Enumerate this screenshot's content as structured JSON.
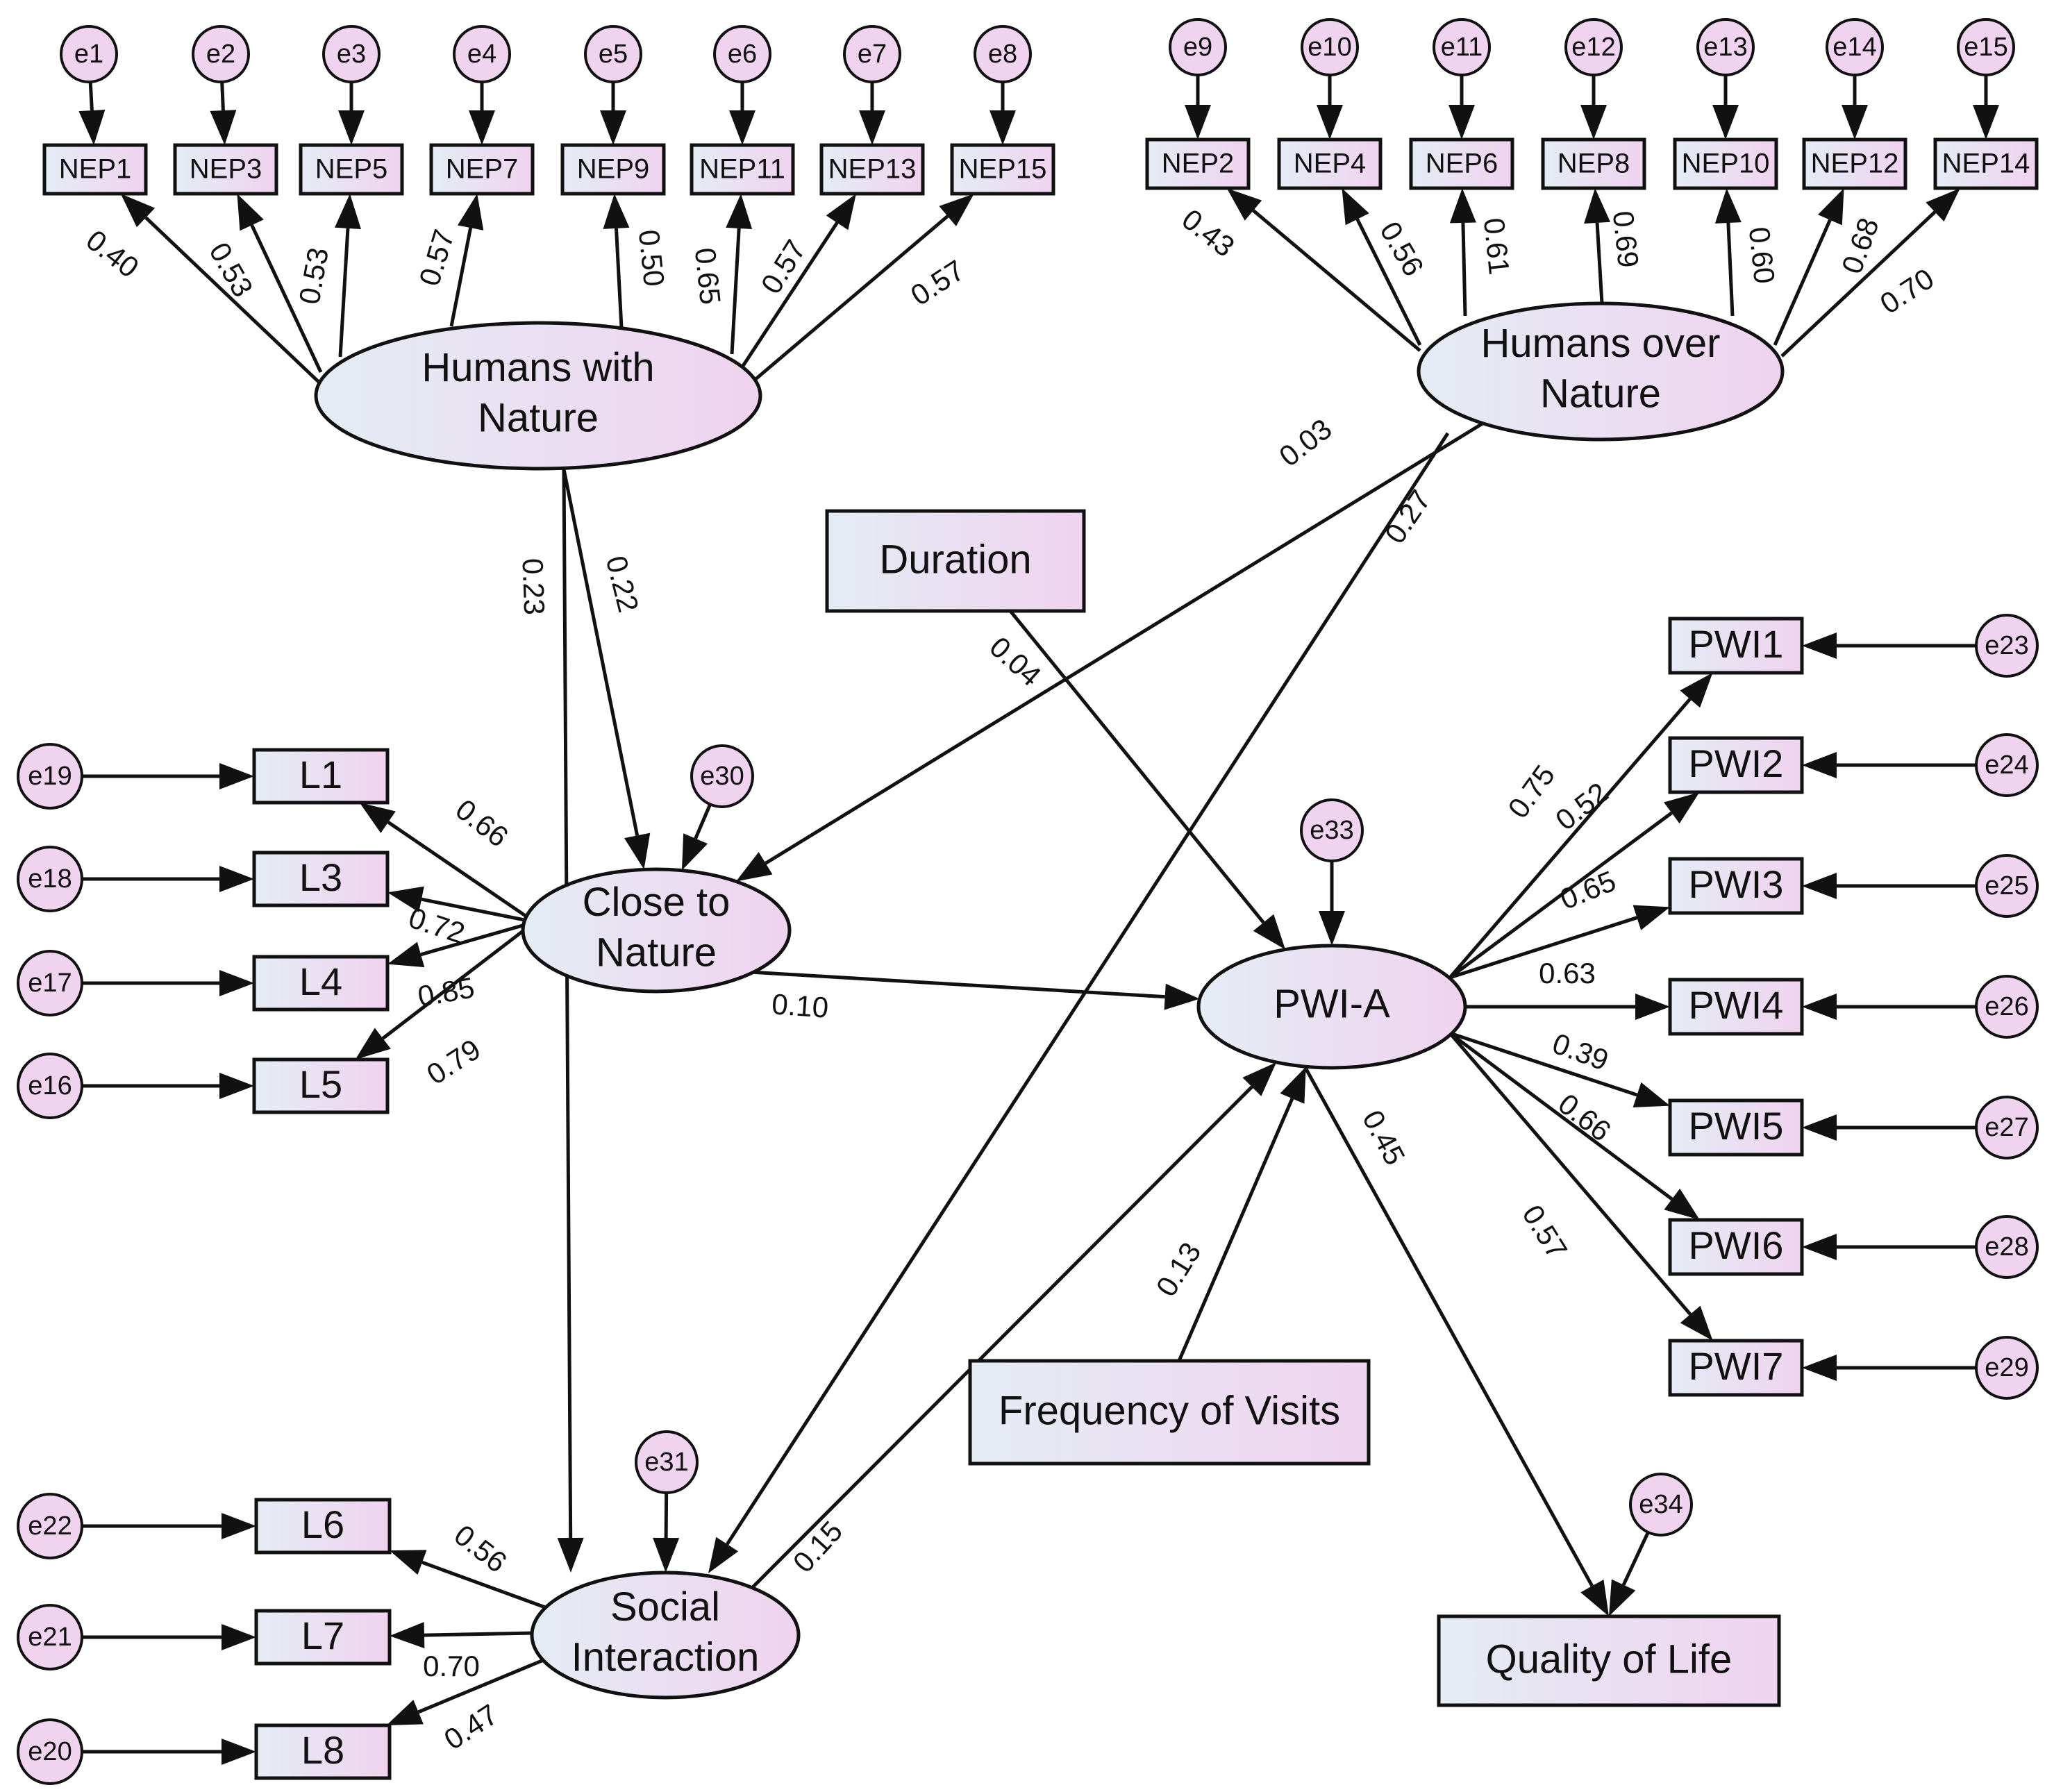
{
  "colors": {
    "fill_light": "#e4ecf4",
    "fill_pink": "#f0d3ef",
    "stroke": "#111111"
  },
  "latents": {
    "hwn": {
      "lines": [
        "Humans with",
        "Nature"
      ]
    },
    "hon": {
      "lines": [
        "Humans over",
        "Nature"
      ]
    },
    "ctn": {
      "lines": [
        "Close to",
        "Nature"
      ]
    },
    "si": {
      "lines": [
        "Social",
        "Interaction"
      ]
    },
    "pwia": {
      "lines": [
        "PWI-A"
      ]
    }
  },
  "observed": {
    "NEP1": "NEP1",
    "NEP3": "NEP3",
    "NEP5": "NEP5",
    "NEP7": "NEP7",
    "NEP9": "NEP9",
    "NEP11": "NEP11",
    "NEP13": "NEP13",
    "NEP15": "NEP15",
    "NEP2": "NEP2",
    "NEP4": "NEP4",
    "NEP6": "NEP6",
    "NEP8": "NEP8",
    "NEP10": "NEP10",
    "NEP12": "NEP12",
    "NEP14": "NEP14",
    "L1": "L1",
    "L3": "L3",
    "L4": "L4",
    "L5": "L5",
    "L6": "L6",
    "L7": "L7",
    "L8": "L8",
    "PWI1": "PWI1",
    "PWI2": "PWI2",
    "PWI3": "PWI3",
    "PWI4": "PWI4",
    "PWI5": "PWI5",
    "PWI6": "PWI6",
    "PWI7": "PWI7",
    "duration": "Duration",
    "freq": "Frequency of Visits",
    "qol": "Quality of Life"
  },
  "errors": {
    "e1": "e1",
    "e2": "e2",
    "e3": "e3",
    "e4": "e4",
    "e5": "e5",
    "e6": "e6",
    "e7": "e7",
    "e8": "e8",
    "e9": "e9",
    "e10": "e10",
    "e11": "e11",
    "e12": "e12",
    "e13": "e13",
    "e14": "e14",
    "e15": "e15",
    "e16": "e16",
    "e17": "e17",
    "e18": "e18",
    "e19": "e19",
    "e20": "e20",
    "e21": "e21",
    "e22": "e22",
    "e23": "e23",
    "e24": "e24",
    "e25": "e25",
    "e26": "e26",
    "e27": "e27",
    "e28": "e28",
    "e29": "e29",
    "e30": "e30",
    "e31": "e31",
    "e33": "e33",
    "e34": "e34"
  },
  "loadings": {
    "hwn_nep1": "0.40",
    "hwn_nep3": "0.53",
    "hwn_nep5": "0.53",
    "hwn_nep7": "0.57",
    "hwn_nep9": "0.50",
    "hwn_nep11": "0.65",
    "hwn_nep13": "0.57",
    "hwn_nep15": "0.57",
    "hon_nep2": "0.43",
    "hon_nep4": "0.56",
    "hon_nep6": "0.61",
    "hon_nep8": "0.69",
    "hon_nep10": "0.60",
    "hon_nep12": "0.68",
    "hon_nep14": "0.70",
    "ctn_l1": "0.66",
    "ctn_l3": "0.72",
    "ctn_l4": "0.85",
    "ctn_l5": "0.79",
    "si_l6": "0.56",
    "si_l7": "0.70",
    "si_l8": "0.47",
    "pwia_pwi1": "0.75",
    "pwia_pwi2": "0.52",
    "pwia_pwi3": "0.65",
    "pwia_pwi4": "0.63",
    "pwia_pwi5": "0.39",
    "pwia_pwi6": "0.66",
    "pwia_pwi7": "0.57"
  },
  "paths": {
    "hwn_si": "0.23",
    "hwn_ctn": "0.22",
    "hon_ctn": "0.03",
    "hon_si": "0.27",
    "duration_pwia": "0.04",
    "ctn_pwia": "0.10",
    "si_pwia": "0.15",
    "freq_pwia": "0.13",
    "pwia_qol": "0.45"
  }
}
